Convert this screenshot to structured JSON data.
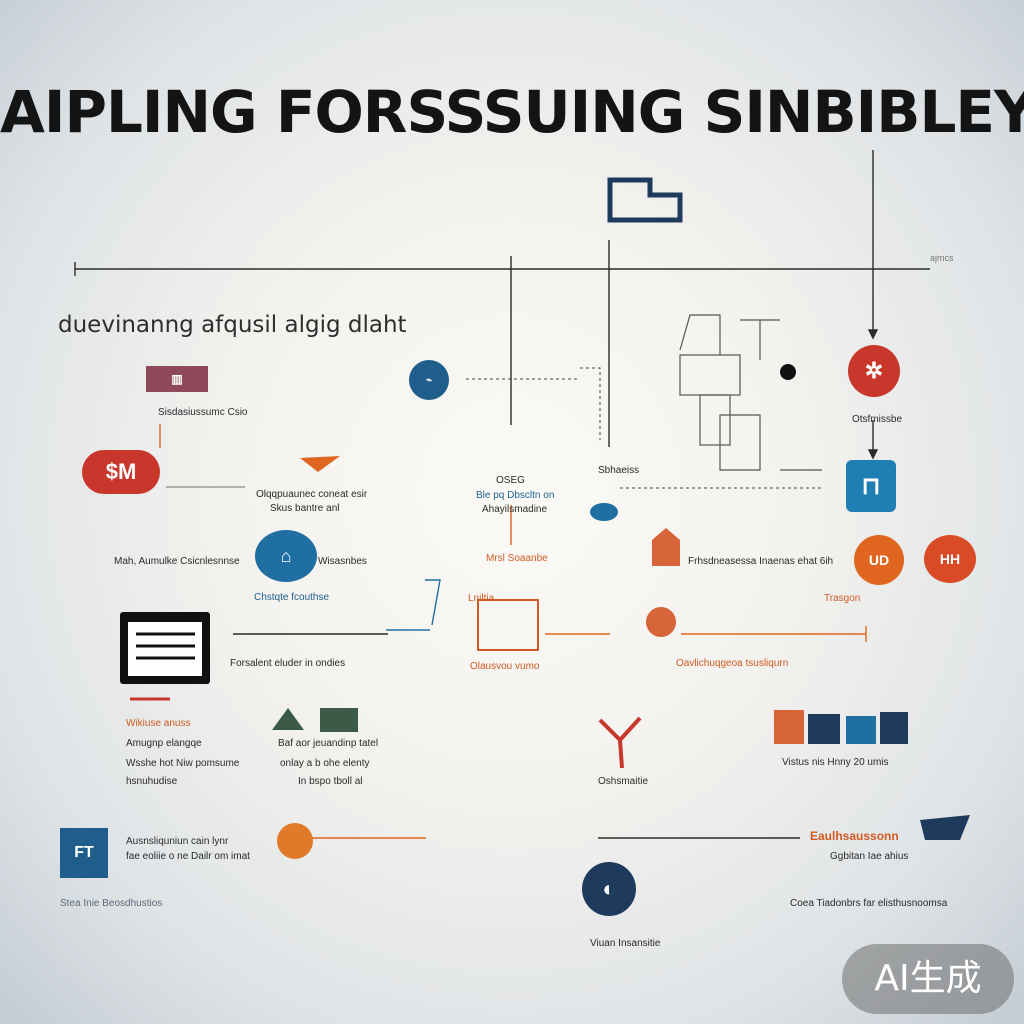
{
  "title": "AIPLING FORSSSUING SINBIBLEY",
  "subtitle": "duevinanng afqusil algig dlaht",
  "top_right_label": "ajmcs",
  "labels": {
    "l1": "Sisdasiussumc Csio",
    "l2": "Olqqpuaunec coneat esir",
    "l3": "Skus bantre anl",
    "l4": "Mah, Aumulke Csicnlesnnse",
    "l5": "Chstqte fcouthse",
    "l6": "Forsalent eluder in ondies",
    "l7": "Wikiuse anuss",
    "l8": "Amugnp elangqe",
    "l9": "Wsshe hot Niw pomsume",
    "l10": "hsnuhudise",
    "l11": "Baf aor jeuandinp tatel",
    "l12": "onlay a b ohe elenty",
    "l13": "In bspo tboll al",
    "l14": "Ausnsliquniun cain lynr",
    "l15": "fae eoliie o ne Dailr om imat",
    "l16": "Stea Inie Beosdhustios",
    "l17": "OSEG",
    "l18": "Ble pq Dbscltn on",
    "l19": "Ahayilsmadine",
    "l20": "Sbhaeiss",
    "l21": "Wisasnbes",
    "l22": "Mrsl Soaanbe",
    "l23": "Lniltia",
    "l24": "Olausvou vumo",
    "l25": "Otsfmissbe",
    "l26": "Frhsdneasessa Inaenas ehat 6ih",
    "l27": "Oavlichuqgeoa tsusliqurn",
    "l28": "Vistus nis Hnny 20 umis",
    "l29": "Oshsmaitie",
    "l30": "Viuan Insansitie",
    "l31": "Trasgon",
    "l32": "Eaulhsaussonn",
    "l33": "Ggbitan Iae ahius",
    "l34": "Coea Tiadonbrs far elisthusnoomsa"
  },
  "icons": {
    "n1": "storefront-icon",
    "n2": "building-icon",
    "n3": "network-icon",
    "n4": "machinery-icon",
    "n5": "gear-icon",
    "n6": "chart-icon"
  },
  "node_texts": {
    "sm": "$M",
    "ud": "UD",
    "hh": "HH",
    "ft": "FT"
  },
  "colors": {
    "navy": "#1e3a5c",
    "blue": "#1f6fa3",
    "orange": "#e0651f",
    "red": "#c8372c",
    "dark": "#141414"
  },
  "badge": "AI生成"
}
